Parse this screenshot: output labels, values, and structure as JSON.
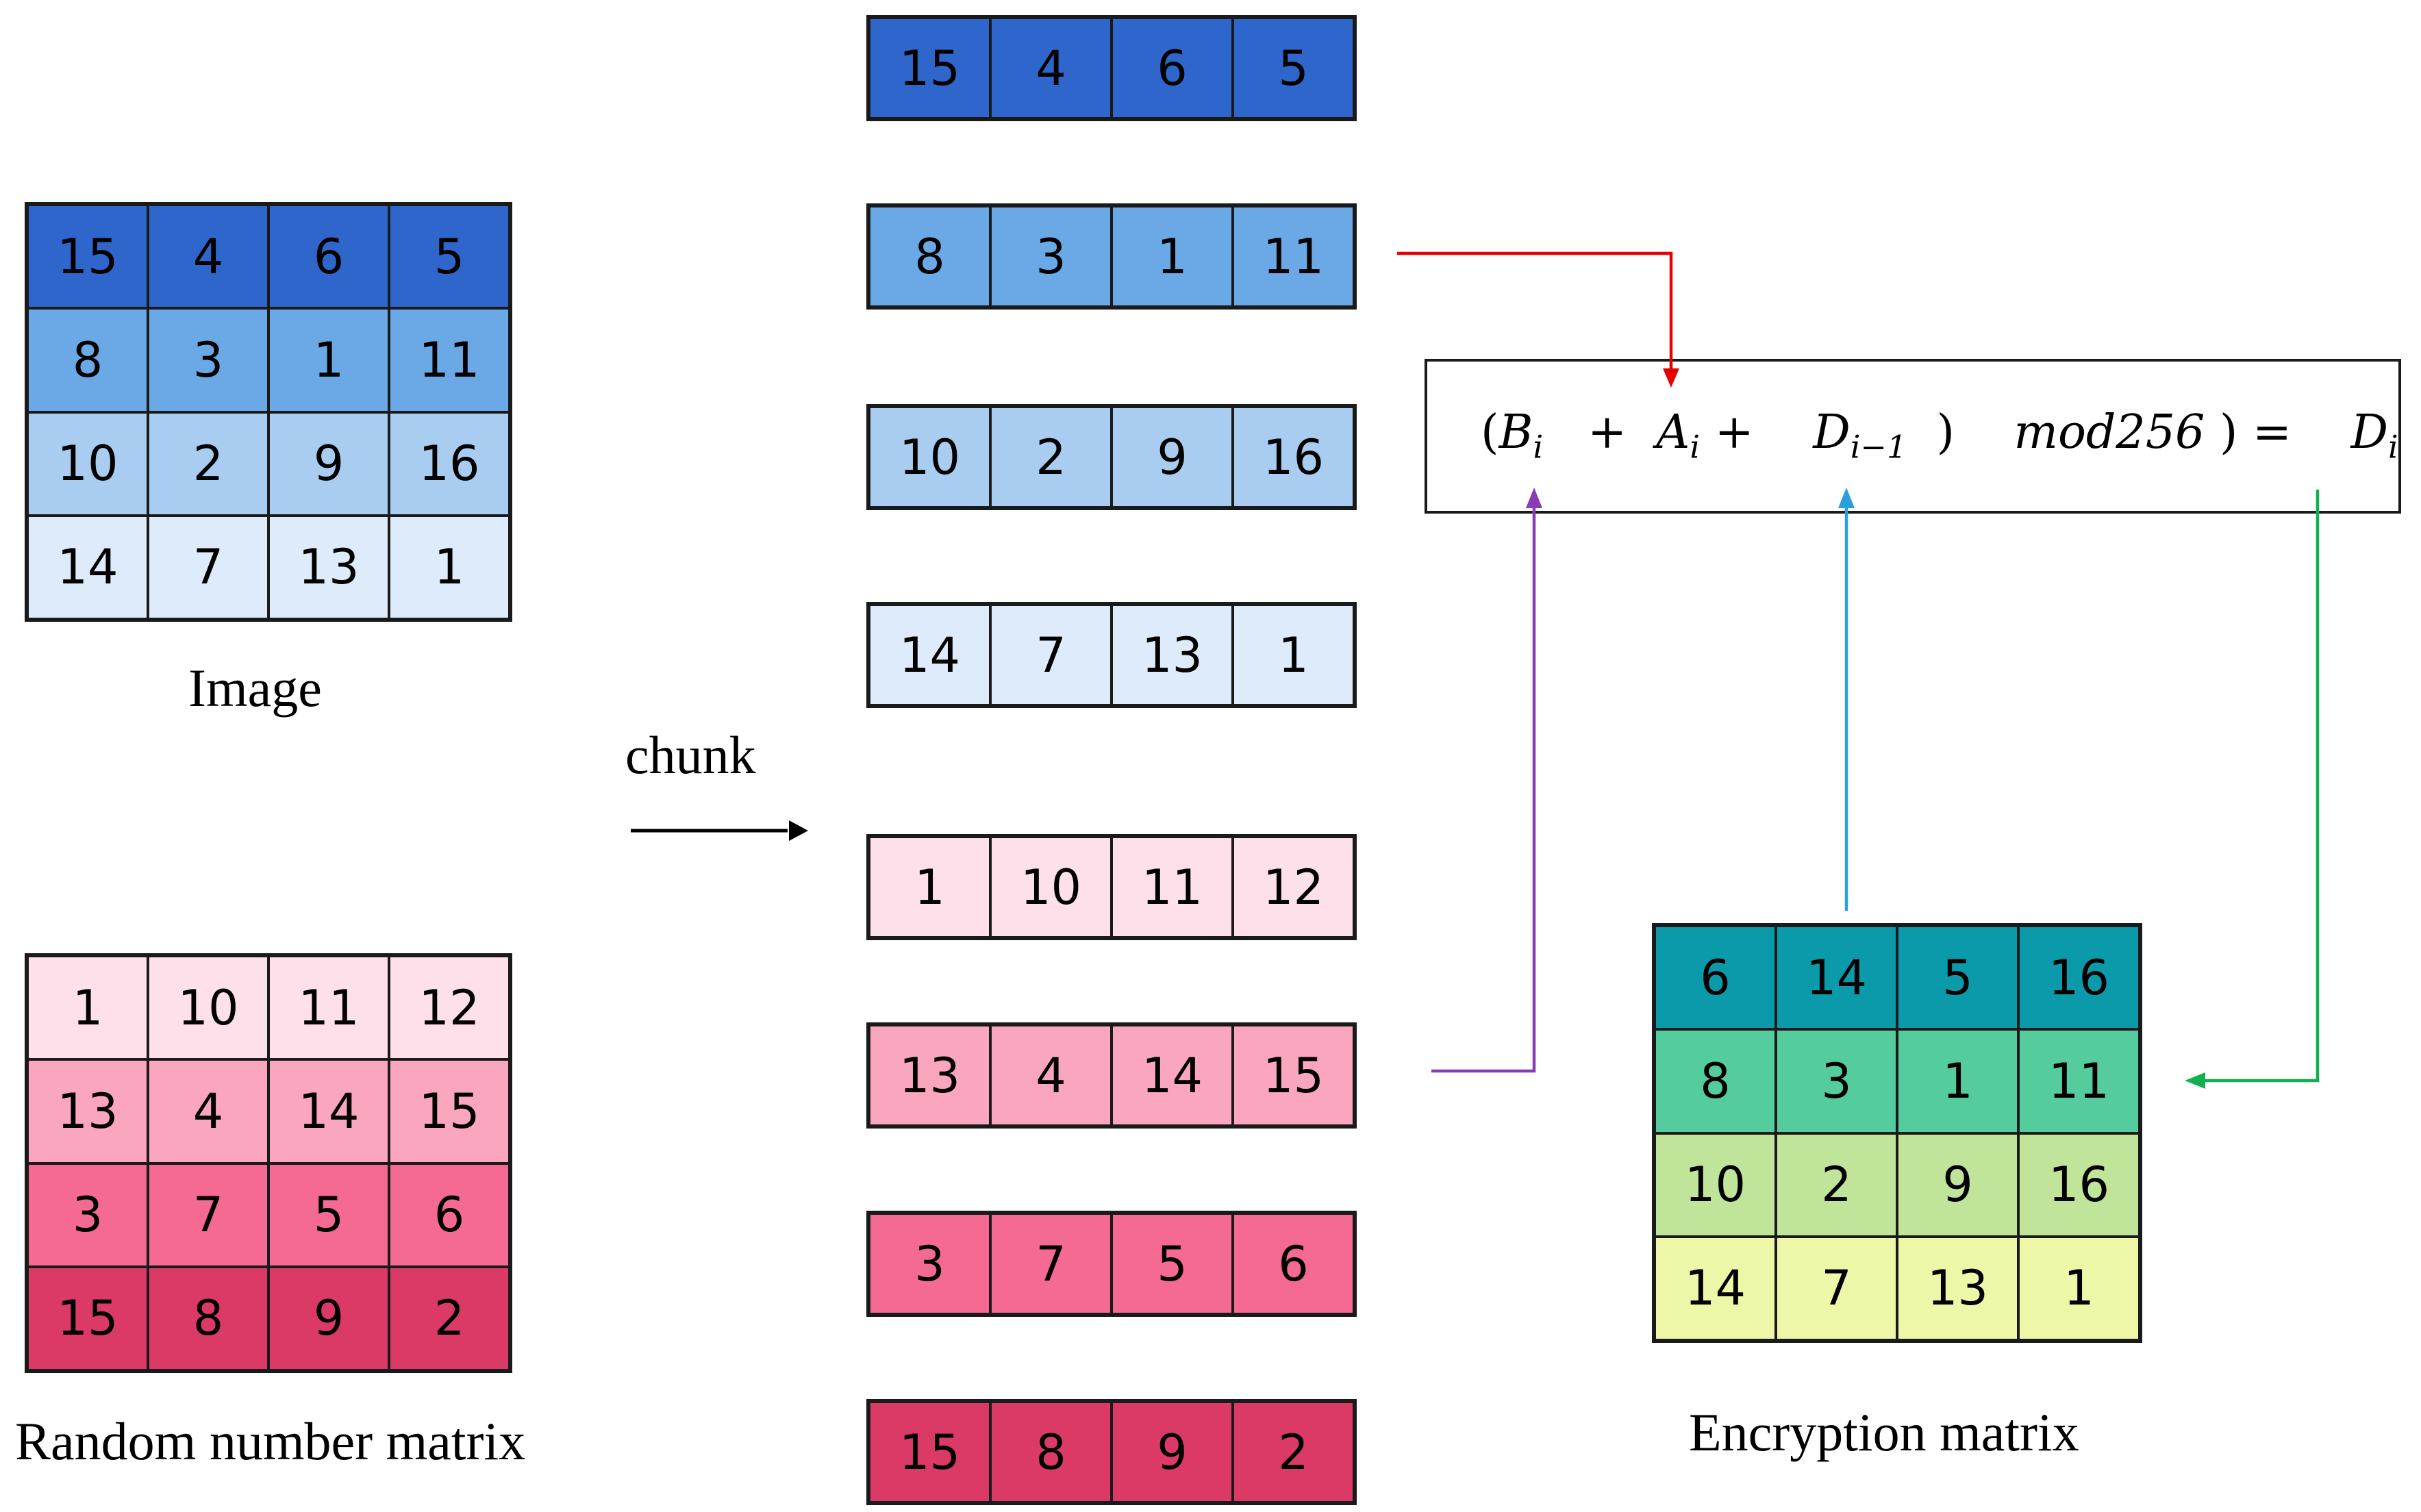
{
  "captions": {
    "image": "Image",
    "random": "Random number matrix",
    "encryption": "Encryption matrix",
    "chunk": "chunk"
  },
  "formula": {
    "b": "B",
    "b_sub": "i",
    "a": "A",
    "a_sub": "i",
    "d_prev": "D",
    "d_prev_sub": "i−1",
    "mod": "mod256",
    "d": "D",
    "d_sub": "i"
  },
  "image_matrix": [
    [
      "15",
      "4",
      "6",
      "5"
    ],
    [
      "8",
      "3",
      "1",
      "11"
    ],
    [
      "10",
      "2",
      "9",
      "16"
    ],
    [
      "14",
      "7",
      "13",
      "1"
    ]
  ],
  "random_matrix": [
    [
      "1",
      "10",
      "11",
      "12"
    ],
    [
      "13",
      "4",
      "14",
      "15"
    ],
    [
      "3",
      "7",
      "5",
      "6"
    ],
    [
      "15",
      "8",
      "9",
      "2"
    ]
  ],
  "encryption_matrix": [
    [
      "6",
      "14",
      "5",
      "16"
    ],
    [
      "8",
      "3",
      "1",
      "11"
    ],
    [
      "10",
      "2",
      "9",
      "16"
    ],
    [
      "14",
      "7",
      "13",
      "1"
    ]
  ],
  "chunks": [
    [
      "15",
      "4",
      "6",
      "5"
    ],
    [
      "8",
      "3",
      "1",
      "11"
    ],
    [
      "10",
      "2",
      "9",
      "16"
    ],
    [
      "14",
      "7",
      "13",
      "1"
    ],
    [
      "1",
      "10",
      "11",
      "12"
    ],
    [
      "13",
      "4",
      "14",
      "15"
    ],
    [
      "3",
      "7",
      "5",
      "6"
    ],
    [
      "15",
      "8",
      "9",
      "2"
    ]
  ],
  "colors": {
    "blue_rows": [
      "#2f66cc",
      "#6aa8e6",
      "#a9cdf1",
      "#deebfb"
    ],
    "pink_rows": [
      "#fde0ea",
      "#fba6bf",
      "#f46a92",
      "#dc3a66"
    ],
    "green_rows": [
      "#0a9aaa",
      "#55cc9e",
      "#bfe49a",
      "#eef6a8"
    ],
    "arrow_red": "#e60000",
    "arrow_blue": "#29a0dc",
    "arrow_purple": "#8a3cb4",
    "arrow_green": "#10b050"
  }
}
